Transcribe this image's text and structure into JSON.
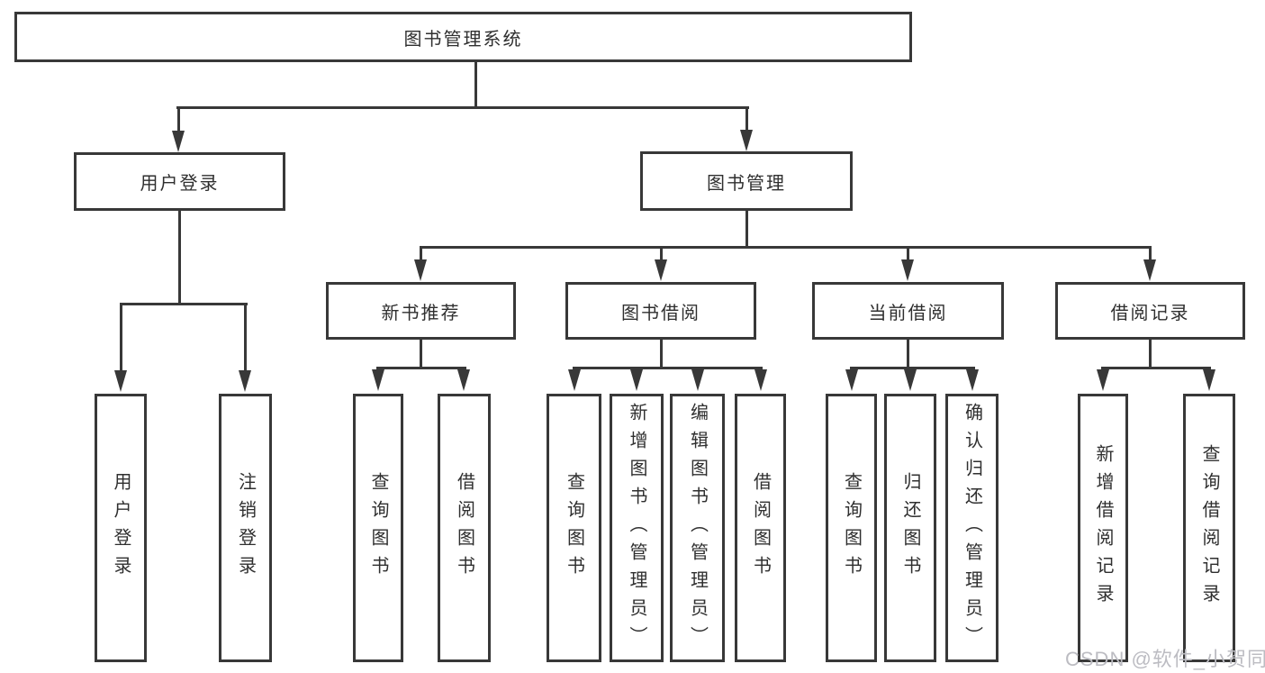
{
  "diagram": {
    "root": {
      "label": "图书管理系统"
    },
    "level2": [
      {
        "label": "用户登录",
        "children": [
          {
            "label": "用户登录"
          },
          {
            "label": "注销登录"
          }
        ]
      },
      {
        "label": "图书管理",
        "children": [
          {
            "label": "新书推荐",
            "children": [
              {
                "label": "查询图书"
              },
              {
                "label": "借阅图书"
              }
            ]
          },
          {
            "label": "图书借阅",
            "children": [
              {
                "label": "查询图书"
              },
              {
                "label": "新增图书（管理员）"
              },
              {
                "label": "编辑图书（管理员）"
              },
              {
                "label": "借阅图书"
              }
            ]
          },
          {
            "label": "当前借阅",
            "children": [
              {
                "label": "查询图书"
              },
              {
                "label": "归还图书"
              },
              {
                "label": "确认归还（管理员）"
              }
            ]
          },
          {
            "label": "借阅记录",
            "children": [
              {
                "label": "新增借阅记录"
              },
              {
                "label": "查询借阅记录"
              }
            ]
          }
        ]
      }
    ]
  },
  "watermark": {
    "text": "CSDN @软件_小贺同学"
  },
  "colors": {
    "line": "#383838",
    "text": "#2f2f2f",
    "background": "#ffffff",
    "watermark": "#bcbcc2"
  }
}
